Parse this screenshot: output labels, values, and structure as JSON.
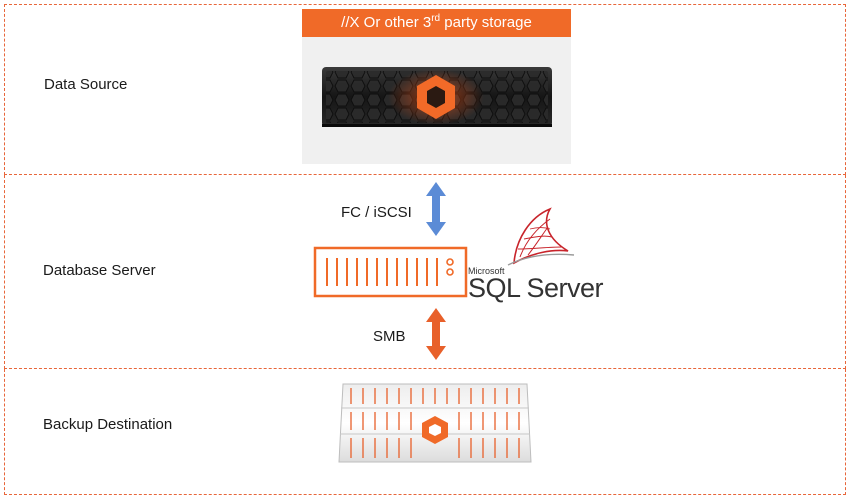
{
  "rows": {
    "data_source": "Data Source",
    "database_server": "Database Server",
    "backup_destination": "Backup Destination"
  },
  "storage": {
    "banner_text": "//X Or other 3",
    "banner_superscript": "rd",
    "banner_suffix": " party storage"
  },
  "links": {
    "upper_protocol": "FC / iSCSI",
    "lower_protocol": "SMB"
  },
  "sql_server": {
    "maker": "Microsoft",
    "product": "SQL Server"
  },
  "colors": {
    "accent_orange": "#f06a28",
    "dashed_border": "#e8663a",
    "arrow_blue": "#5b8bd6",
    "arrow_orange": "#e8602a",
    "sql_red": "#c8242b"
  },
  "icons": {
    "storage_array": "pure-storage-array-icon",
    "server": "rack-server-icon",
    "sql_logo": "sql-server-logo-icon",
    "flashblade": "flashblade-chassis-icon"
  }
}
